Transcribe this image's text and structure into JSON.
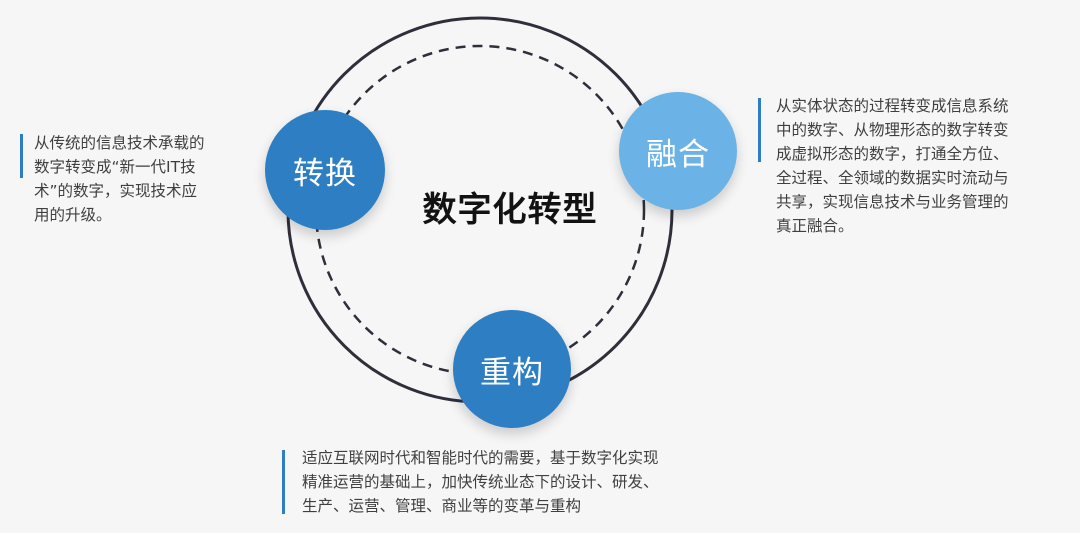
{
  "colors": {
    "background": "#f6f6f6",
    "ring": "#2f2f3c",
    "dashed_ring": "#2f2f3c",
    "node_zhuanhuan": "#2e7ec3",
    "node_ronghe": "#6bb3e6",
    "node_chonggou": "#2e7ec3",
    "accent_bar": "#2e7ec3"
  },
  "title": "数字化转型",
  "nodes": {
    "zhuanhuan": "转换",
    "ronghe": "融合",
    "chonggou": "重构"
  },
  "descriptions": {
    "zhuanhuan": [
      "从传统的信息技术承载的",
      "数字转变成“新一代IT技",
      "术”的数字，实现技术应",
      "用的升级。"
    ],
    "ronghe": [
      "从实体状态的过程转变成信息系统",
      "中的数字、从物理形态的数字转变",
      "成虚拟形态的数字，打通全方位、",
      "全过程、全领域的数据实时流动与",
      "共享，实现信息技术与业务管理的",
      "真正融合。"
    ],
    "chonggou": [
      "适应互联网时代和智能时代的需要，基于数字化实现",
      "精准运营的基础上，加快传统业态下的设计、研发、",
      "生产、运营、管理、商业等的变革与重构"
    ]
  }
}
